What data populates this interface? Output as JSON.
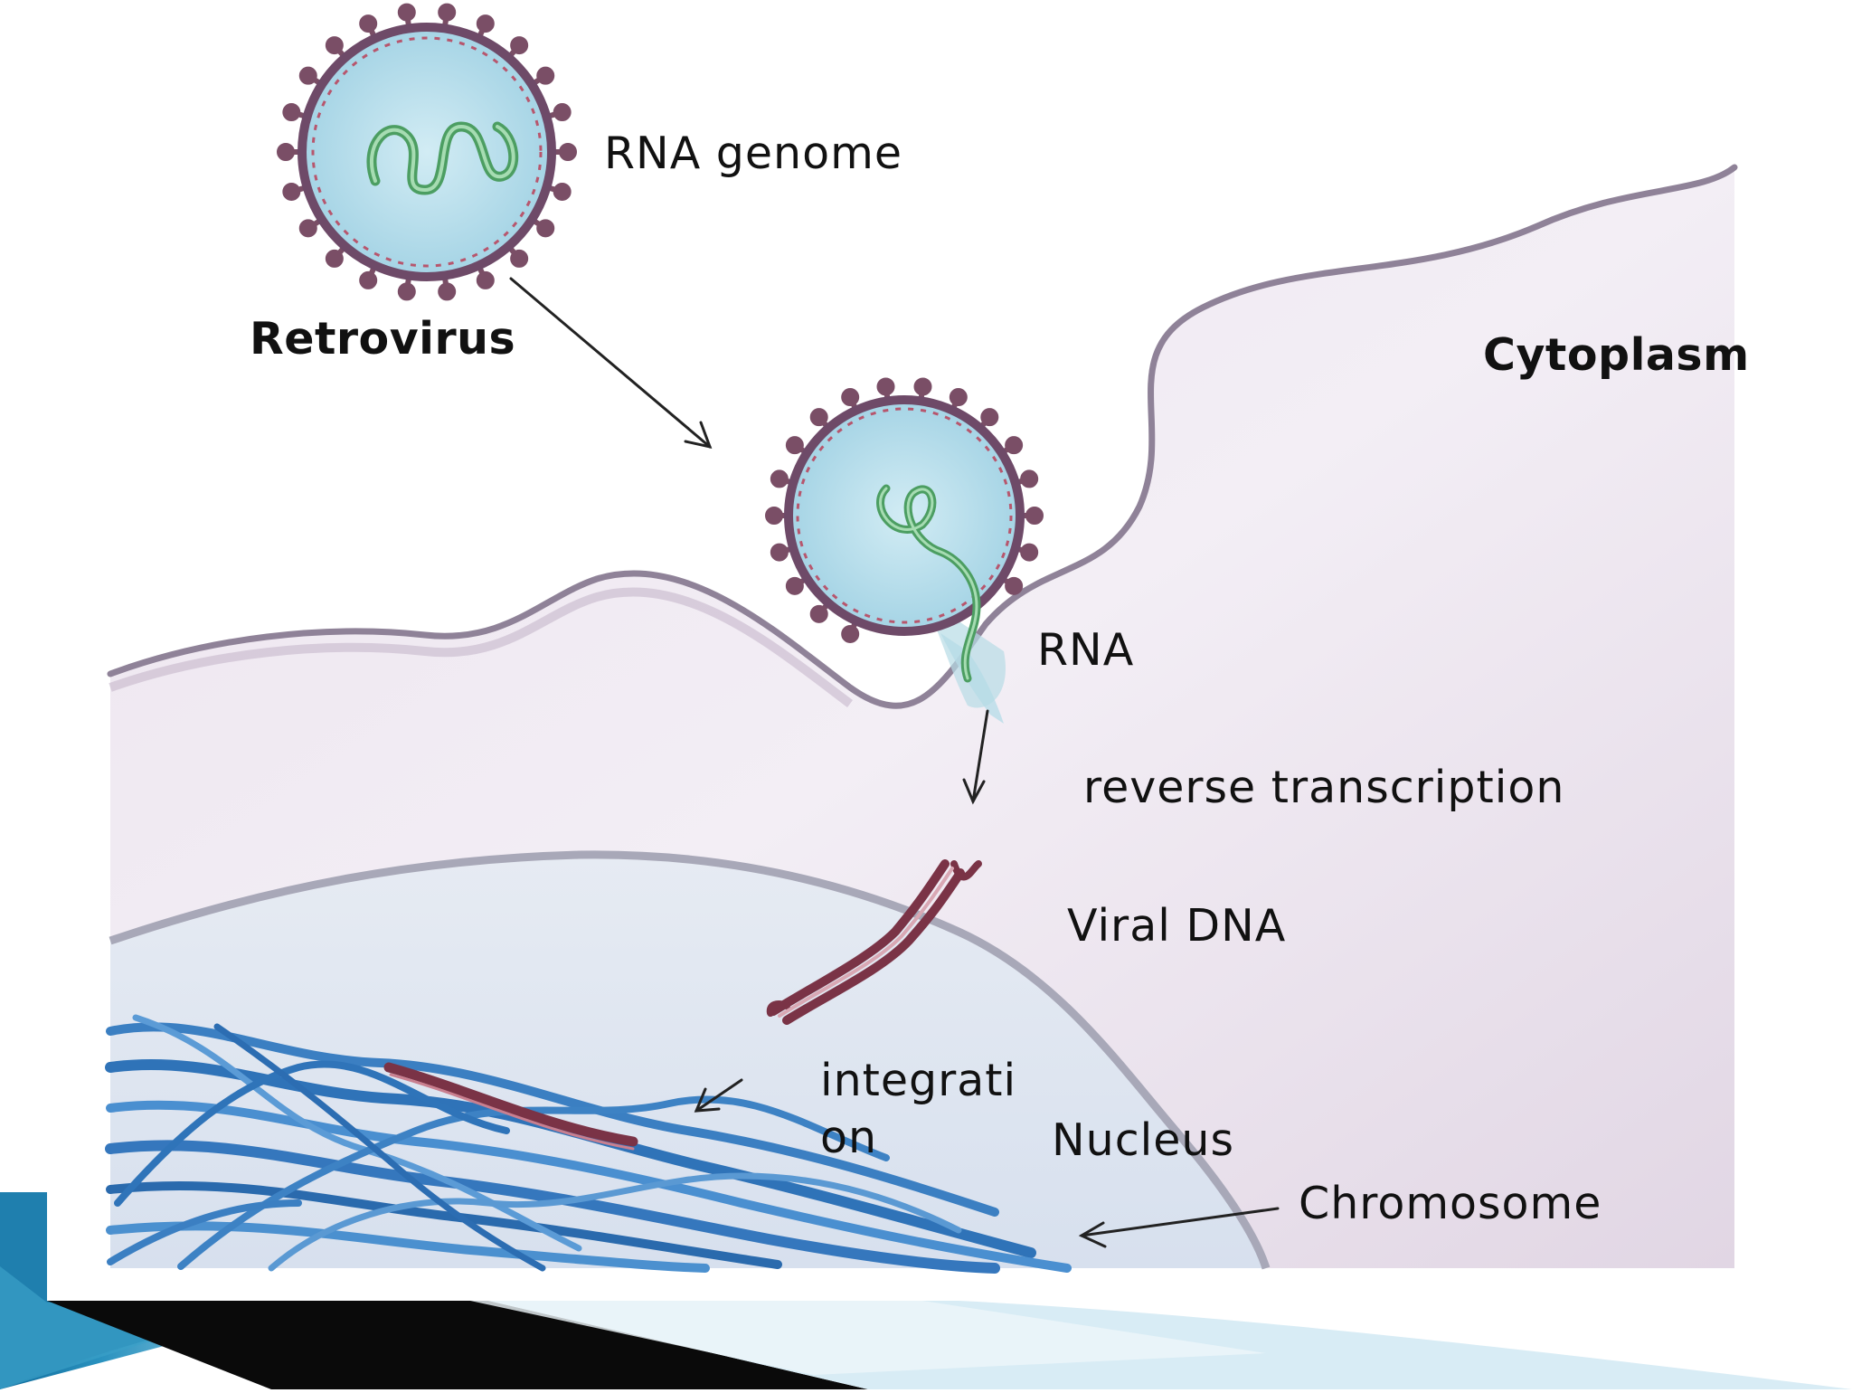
{
  "labels": {
    "rna_genome": "RNA genome",
    "retrovirus": "Retrovirus",
    "cytoplasm": "Cytoplasm",
    "rna": "RNA",
    "reverse_transcription": "reverse transcription",
    "viral_dna": "Viral DNA",
    "integration_line1": "integrati",
    "integration_line2": "on",
    "nucleus": "Nucleus",
    "chromosome": "Chromosome"
  },
  "colors": {
    "cytoplasm": "#e3d6e4",
    "cell_membrane": "#8f8298",
    "nucleus": "#dfe6f0",
    "nuclear_membrane": "#a8a8b8",
    "virus_capsid": "#a9d6e6",
    "virus_envelope": "#6e4a68",
    "virus_spikes": "#7a4e66",
    "rna_strand": "#4c9e62",
    "viral_dna_strand": "#7a3346",
    "chromosome_fibers": "#3b7fc2",
    "slide_accent_blue": "#2a86b0",
    "slide_accent_dark": "#0a0a0a"
  },
  "icons": [
    "retrovirus-particle",
    "retrovirus-particle-entering",
    "viral-dna-double-strand",
    "chromosome-fibers"
  ]
}
